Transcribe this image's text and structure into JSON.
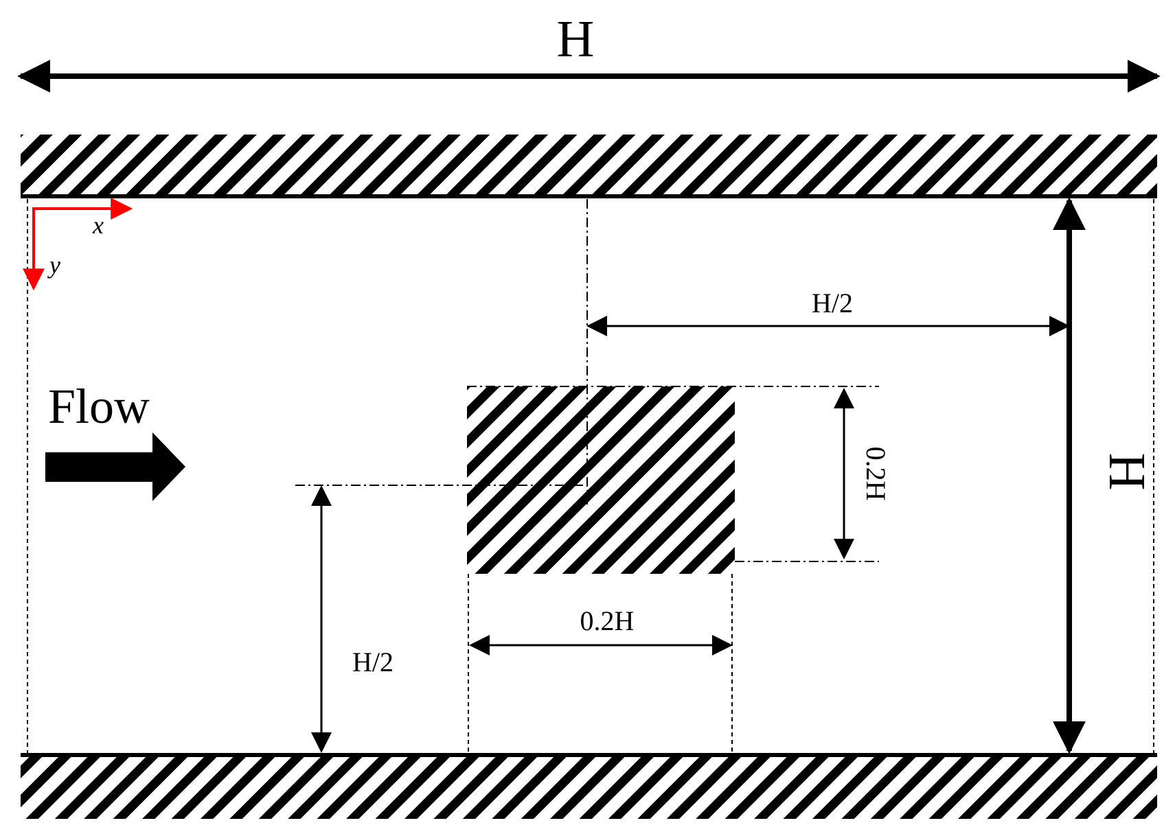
{
  "top_dimension": {
    "label": "H"
  },
  "right_dimension": {
    "label": "H"
  },
  "coordinate_axes": {
    "x_label": "x",
    "y_label": "y",
    "color": "#ff0000"
  },
  "flow": {
    "label": "Flow"
  },
  "upper_offset": {
    "label": "H/2"
  },
  "obstacle_height": {
    "label": "0.2H"
  },
  "obstacle_width": {
    "label": "0.2H"
  },
  "lower_offset": {
    "label": "H/2"
  },
  "colors": {
    "ink": "#000000",
    "background": "#ffffff"
  }
}
